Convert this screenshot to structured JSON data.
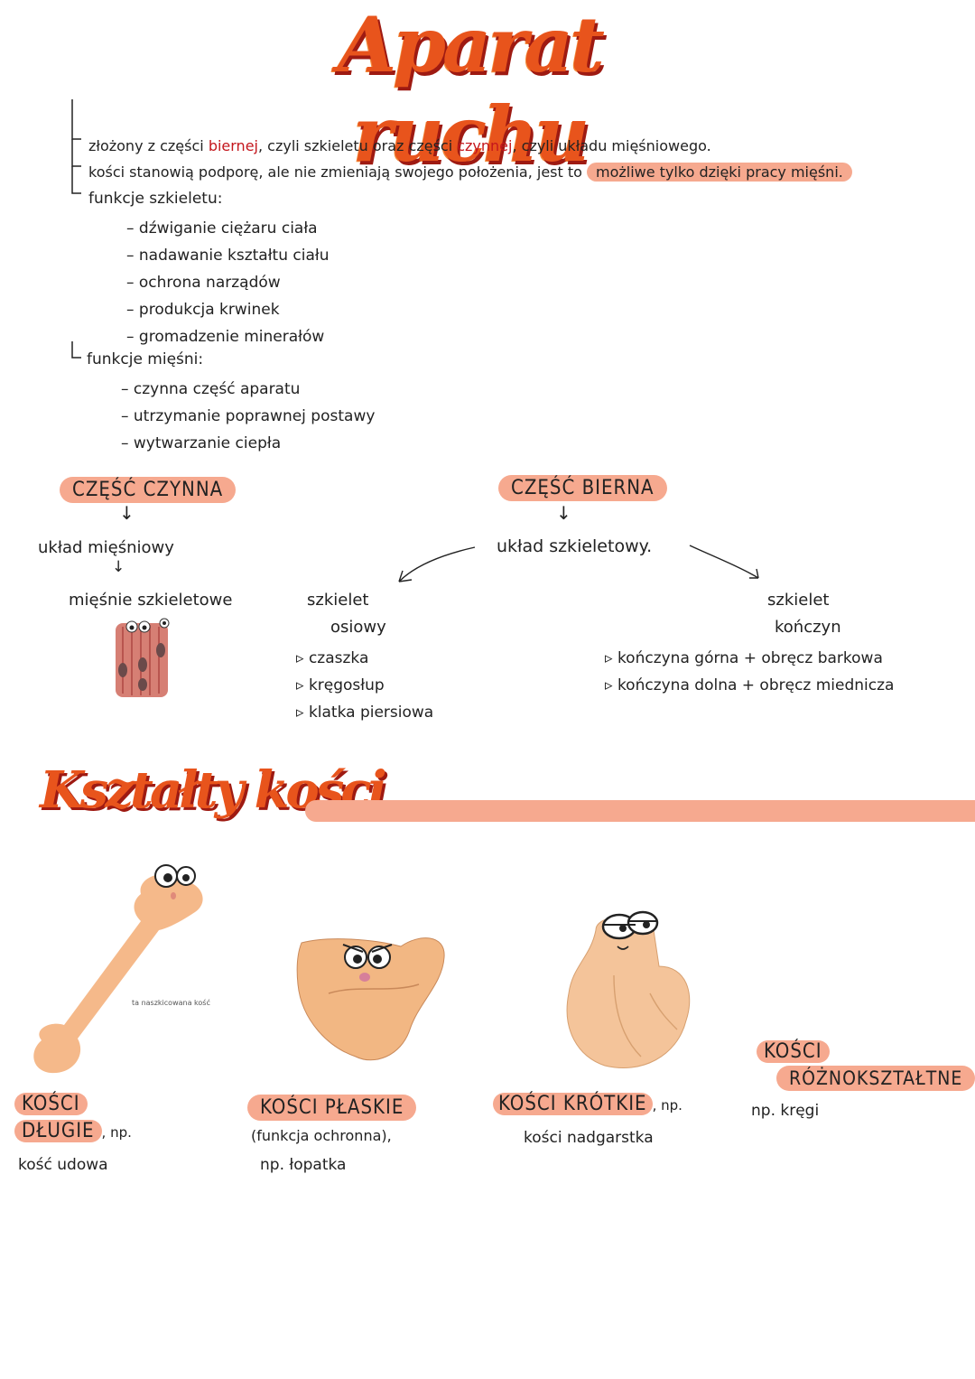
{
  "header": {
    "title": "Aparat ruchu"
  },
  "intro": {
    "line1_a": "złożony z części ",
    "line1_b": "biernej",
    "line1_c": ", czyli szkieletu oraz części ",
    "line1_d": "czynnej",
    "line1_e": ", czyli układu mięśniowego.",
    "line2_a": "kości stanowią podporę, ale nie zmieniają swojego położenia, jest to ",
    "line2_b": "możliwe tylko dzięki pracy mięśni.",
    "line3": "funkcje szkieletu:",
    "skeleton_functions": [
      "dźwiganie ciężaru ciała",
      "nadawanie kształtu ciału",
      "ochrona narządów",
      "produkcja krwinek",
      "gromadzenie minerałów"
    ],
    "line4": "funkcje mięśni:",
    "muscle_functions": [
      "czynna część aparatu",
      "utrzymanie poprawnej postawy",
      "wytwarzanie ciepła"
    ]
  },
  "active_part": {
    "label": "CZĘŚĆ CZYNNA",
    "system": "układ mięśniowy",
    "muscles": "mięśnie szkieletowe"
  },
  "passive_part": {
    "label": "CZĘŚĆ BIERNA",
    "system": "układ szkieletowy.",
    "axial": {
      "title1": "szkielet",
      "title2": "osiowy",
      "items": [
        "czaszka",
        "kręgosłup",
        "klatka piersiowa"
      ]
    },
    "limbs": {
      "title1": "szkielet",
      "title2": "kończyn",
      "items": [
        "kończyna górna + obręcz barkowa",
        "kończyna dolna + obręcz miednicza"
      ]
    }
  },
  "shapes": {
    "title": "Kształty kości",
    "long": {
      "label1": "KOŚCI",
      "label2": "DŁUGIE",
      "suffix": ", np.",
      "example": "kość udowa",
      "small_note": "ta naszkicowana kość"
    },
    "flat": {
      "label": "KOŚCI PŁASKIE",
      "note": "(funkcja ochronna),",
      "example": "np. łopatka"
    },
    "short": {
      "label": "KOŚCI KRÓTKIE",
      "suffix": ", np.",
      "example": "kości nadgarstka"
    },
    "irregular": {
      "label1": "KOŚCI",
      "label2": "RÓŻNOKSZTAŁTNE",
      "example": "np. kręgi"
    }
  },
  "colors": {
    "highlight": "#f6a98f",
    "title_orange": "#e8541c",
    "title_shadow": "#9e1a12",
    "accent_red": "#c4161c",
    "bone": "#f5b98a"
  }
}
